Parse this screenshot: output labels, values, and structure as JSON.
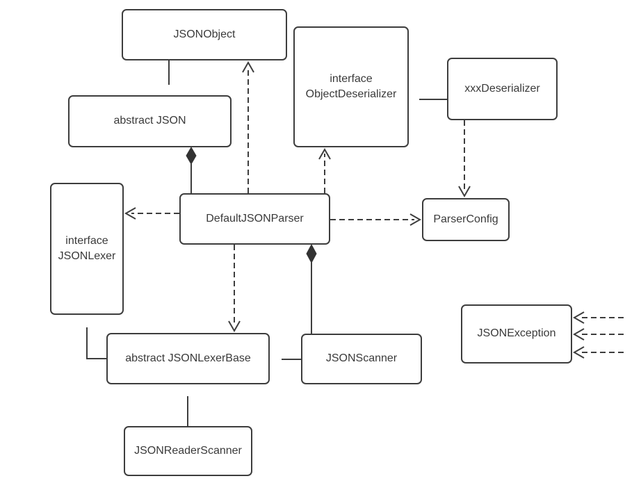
{
  "diagram": {
    "type": "uml-class-diagram",
    "background_color": "#ffffff",
    "stroke_color": "#3d3d3d",
    "text_color": "#3a3a3a",
    "nodes": {
      "jsonObject": {
        "label": "JSONObject"
      },
      "objectDeserializer": {
        "label": "interface\nObjectDeserializer"
      },
      "xxxDeserializer": {
        "label": "xxxDeserializer"
      },
      "abstractJson": {
        "label": "abstract JSON"
      },
      "defaultJsonParser": {
        "label": "DefaultJSONParser"
      },
      "parserConfig": {
        "label": "ParserConfig"
      },
      "jsonLexer": {
        "label": "interface\nJSONLexer"
      },
      "jsonException": {
        "label": "JSONException"
      },
      "jsonLexerBase": {
        "label": "abstract JSONLexerBase"
      },
      "jsonScanner": {
        "label": "JSONScanner"
      },
      "jsonReaderScanner": {
        "label": "JSONReaderScanner"
      }
    },
    "edges": [
      {
        "from": "JSONObject",
        "to": "abstract JSON",
        "line": "solid",
        "arrowhead": "hollow-triangle",
        "direction": "down"
      },
      {
        "from": "DefaultJSONParser",
        "to": "JSONObject",
        "line": "dashed",
        "arrowhead": "open-v",
        "direction": "up"
      },
      {
        "from": "DefaultJSONParser",
        "to": "interface ObjectDeserializer",
        "line": "dashed",
        "arrowhead": "open-v",
        "direction": "up"
      },
      {
        "from": "xxxDeserializer",
        "to": "interface ObjectDeserializer",
        "line": "solid",
        "arrowhead": "hollow-triangle",
        "direction": "left"
      },
      {
        "from": "xxxDeserializer",
        "to": "ParserConfig",
        "line": "dashed",
        "arrowhead": "open-v",
        "direction": "down"
      },
      {
        "from": "DefaultJSONParser",
        "to": "ParserConfig",
        "line": "dashed",
        "arrowhead": "open-v",
        "direction": "right"
      },
      {
        "from": "DefaultJSONParser",
        "to": "interface JSONLexer",
        "line": "dashed",
        "arrowhead": "open-v",
        "direction": "left"
      },
      {
        "from": "DefaultJSONParser",
        "to": "abstract JSONLexerBase",
        "line": "dashed",
        "arrowhead": "open-v",
        "direction": "down"
      },
      {
        "from": "DefaultJSONParser",
        "to": "abstract JSON",
        "line": "solid",
        "arrowhead": "filled-diamond",
        "diamond_at": "abstract JSON"
      },
      {
        "from": "JSONScanner",
        "to": "DefaultJSONParser",
        "line": "solid",
        "arrowhead": "filled-diamond",
        "diamond_at": "DefaultJSONParser"
      },
      {
        "from": "JSONScanner",
        "to": "abstract JSONLexerBase",
        "line": "solid",
        "arrowhead": "hollow-triangle",
        "direction": "left"
      },
      {
        "from": "JSONReaderScanner",
        "to": "abstract JSONLexerBase",
        "line": "solid",
        "arrowhead": "hollow-triangle",
        "direction": "up"
      },
      {
        "from": "abstract JSONLexerBase",
        "to": "interface JSONLexer",
        "line": "solid",
        "arrowhead": "hollow-triangle",
        "direction": "up",
        "path": "elbow"
      },
      {
        "from": "offscreen-right-1",
        "to": "JSONException",
        "line": "dashed",
        "arrowhead": "open-v",
        "direction": "left"
      },
      {
        "from": "offscreen-right-2",
        "to": "JSONException",
        "line": "dashed",
        "arrowhead": "open-v",
        "direction": "left"
      },
      {
        "from": "offscreen-right-3",
        "to": "JSONException",
        "line": "dashed",
        "arrowhead": "open-v",
        "direction": "left"
      }
    ]
  }
}
